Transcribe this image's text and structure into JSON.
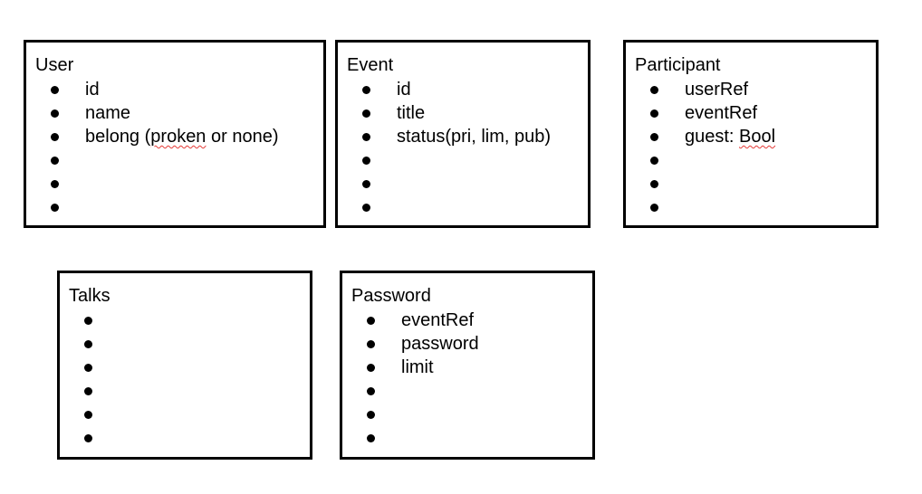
{
  "boxes": {
    "user": {
      "title": "User",
      "fields": [
        {
          "label": "id"
        },
        {
          "label": "name"
        },
        {
          "label": "belong (proken or none)",
          "squiggle_word": "proken"
        },
        {
          "label": ""
        },
        {
          "label": ""
        },
        {
          "label": ""
        }
      ]
    },
    "event": {
      "title": "Event",
      "fields": [
        {
          "label": "id"
        },
        {
          "label": "title"
        },
        {
          "label": "status(pri, lim, pub)"
        },
        {
          "label": ""
        },
        {
          "label": ""
        },
        {
          "label": ""
        }
      ]
    },
    "participant": {
      "title": "Participant",
      "fields": [
        {
          "label": "userRef"
        },
        {
          "label": "eventRef"
        },
        {
          "label": "guest: Bool",
          "squiggle_word": "Bool"
        },
        {
          "label": ""
        },
        {
          "label": ""
        },
        {
          "label": ""
        }
      ]
    },
    "talks": {
      "title": "Talks",
      "fields": [
        {
          "label": ""
        },
        {
          "label": ""
        },
        {
          "label": ""
        },
        {
          "label": ""
        },
        {
          "label": ""
        },
        {
          "label": ""
        }
      ]
    },
    "password": {
      "title": "Password",
      "fields": [
        {
          "label": "eventRef"
        },
        {
          "label": "password"
        },
        {
          "label": "limit"
        },
        {
          "label": ""
        },
        {
          "label": ""
        },
        {
          "label": ""
        }
      ]
    }
  },
  "colors": {
    "border": "#000000",
    "text": "#000000",
    "spellcheck_underline": "#e53935"
  }
}
